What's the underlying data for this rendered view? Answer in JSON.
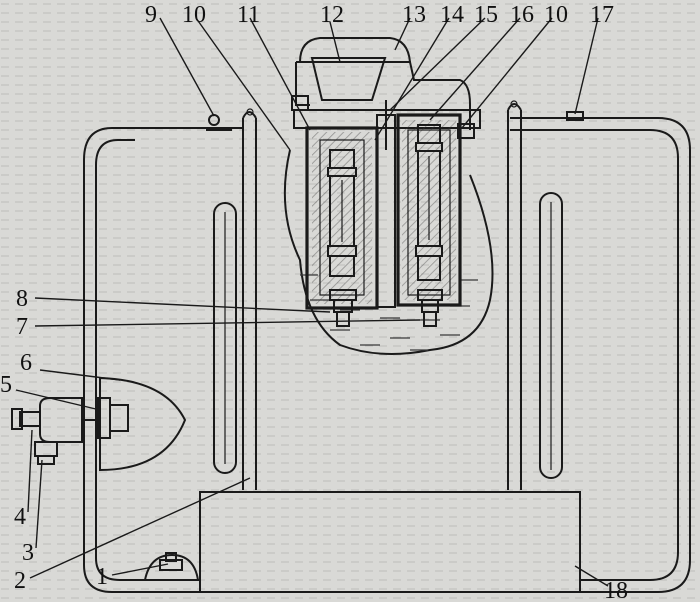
{
  "figure": {
    "labels": [
      {
        "id": "1",
        "text": "1"
      },
      {
        "id": "2",
        "text": "2"
      },
      {
        "id": "3",
        "text": "3"
      },
      {
        "id": "4",
        "text": "4"
      },
      {
        "id": "5",
        "text": "5"
      },
      {
        "id": "6",
        "text": "6"
      },
      {
        "id": "7",
        "text": "7"
      },
      {
        "id": "8",
        "text": "8"
      },
      {
        "id": "9",
        "text": "9"
      },
      {
        "id": "10a",
        "text": "10"
      },
      {
        "id": "11",
        "text": "11"
      },
      {
        "id": "12",
        "text": "12"
      },
      {
        "id": "13",
        "text": "13"
      },
      {
        "id": "14",
        "text": "14"
      },
      {
        "id": "15",
        "text": "15"
      },
      {
        "id": "16",
        "text": "16"
      },
      {
        "id": "10b",
        "text": "10"
      },
      {
        "id": "17",
        "text": "17"
      },
      {
        "id": "18",
        "text": "18"
      }
    ]
  },
  "colors": {
    "background": "#d9d9d6",
    "ink": "#1a1a1a",
    "hatch": "#3a3a3a"
  }
}
